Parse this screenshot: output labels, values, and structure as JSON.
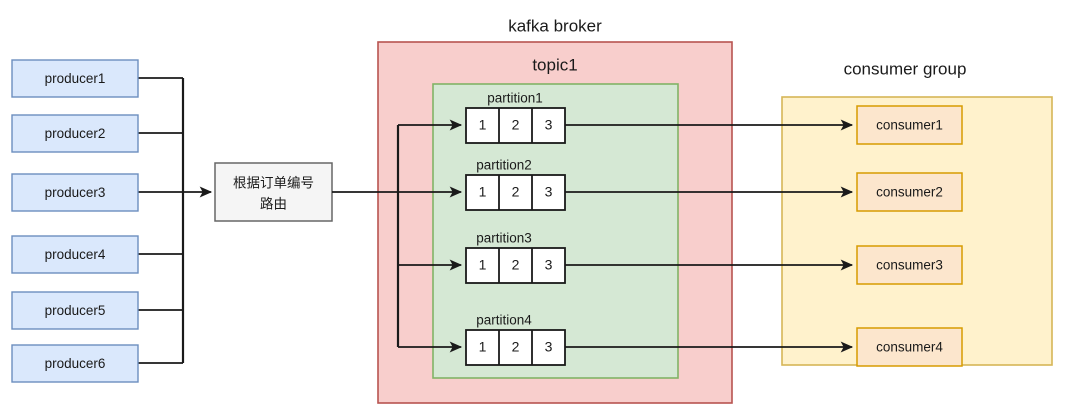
{
  "diagram": {
    "type": "kafka-architecture-flow",
    "producers": {
      "items": [
        {
          "label": "producer1"
        },
        {
          "label": "producer2"
        },
        {
          "label": "producer3"
        },
        {
          "label": "producer4"
        },
        {
          "label": "producer5"
        },
        {
          "label": "producer6"
        }
      ],
      "fill": "#dae8fc",
      "stroke": "#6c8ebf"
    },
    "router": {
      "line1": "根据订单编号",
      "line2": "路由",
      "fill": "#f5f5f5",
      "stroke": "#666666"
    },
    "broker": {
      "title": "kafka broker",
      "fill": "#f8cecc",
      "stroke": "#b85450"
    },
    "topic": {
      "title": "topic1",
      "fill": "#d5e8d4",
      "stroke": "#82b366",
      "partitions": [
        {
          "label": "partition1",
          "cells": [
            "1",
            "2",
            "3"
          ]
        },
        {
          "label": "partition2",
          "cells": [
            "1",
            "2",
            "3"
          ]
        },
        {
          "label": "partition3",
          "cells": [
            "1",
            "2",
            "3"
          ]
        },
        {
          "label": "partition4",
          "cells": [
            "1",
            "2",
            "3"
          ]
        }
      ],
      "cell_fill": "#ffffff",
      "cell_stroke": "#1a1a1a"
    },
    "consumer_group": {
      "title": "consumer group",
      "fill": "#fff2cc",
      "stroke": "#d6b656",
      "items": [
        {
          "label": "consumer1"
        },
        {
          "label": "consumer2"
        },
        {
          "label": "consumer3"
        },
        {
          "label": "consumer4"
        }
      ],
      "item_fill": "#fce6cd",
      "item_stroke": "#d79b00"
    },
    "connector_color": "#1a1a1a"
  }
}
